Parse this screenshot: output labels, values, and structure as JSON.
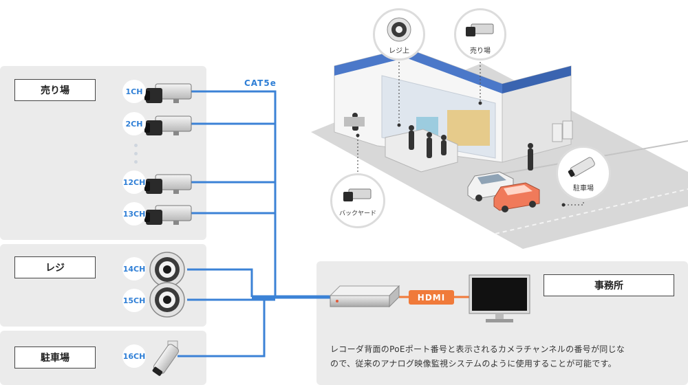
{
  "zones": {
    "sales_floor": "売り場",
    "register": "レジ",
    "parking": "駐車場",
    "office": "事務所"
  },
  "channels": {
    "ch1": "1CH",
    "ch2": "2CH",
    "ch12": "12CH",
    "ch13": "13CH",
    "ch14": "14CH",
    "ch15": "15CH",
    "ch16": "16CH"
  },
  "cable_label": "CAT5e",
  "hdmi_label": "HDMI",
  "store_pins": {
    "register_top": "レジ上",
    "sales_floor": "売り場",
    "backyard": "バックヤード",
    "parking": "駐車場"
  },
  "note_lines": [
    "レコーダ背面のPoEポート番号と表示されるカメラチャンネルの番号が同じな",
    "ので、従来のアナログ映像監視システムのように使用することが可能です。"
  ],
  "colors": {
    "cable": "#3b82d6",
    "hdmi": "#f07a3a",
    "zone_bg": "#ebebeb",
    "channel_text": "#2f7fd6"
  },
  "icons": {
    "box_camera": "box-camera-icon",
    "dome_camera": "dome-camera-icon",
    "bullet_camera": "bullet-camera-icon",
    "recorder": "nvr-recorder-icon",
    "monitor": "monitor-icon"
  }
}
